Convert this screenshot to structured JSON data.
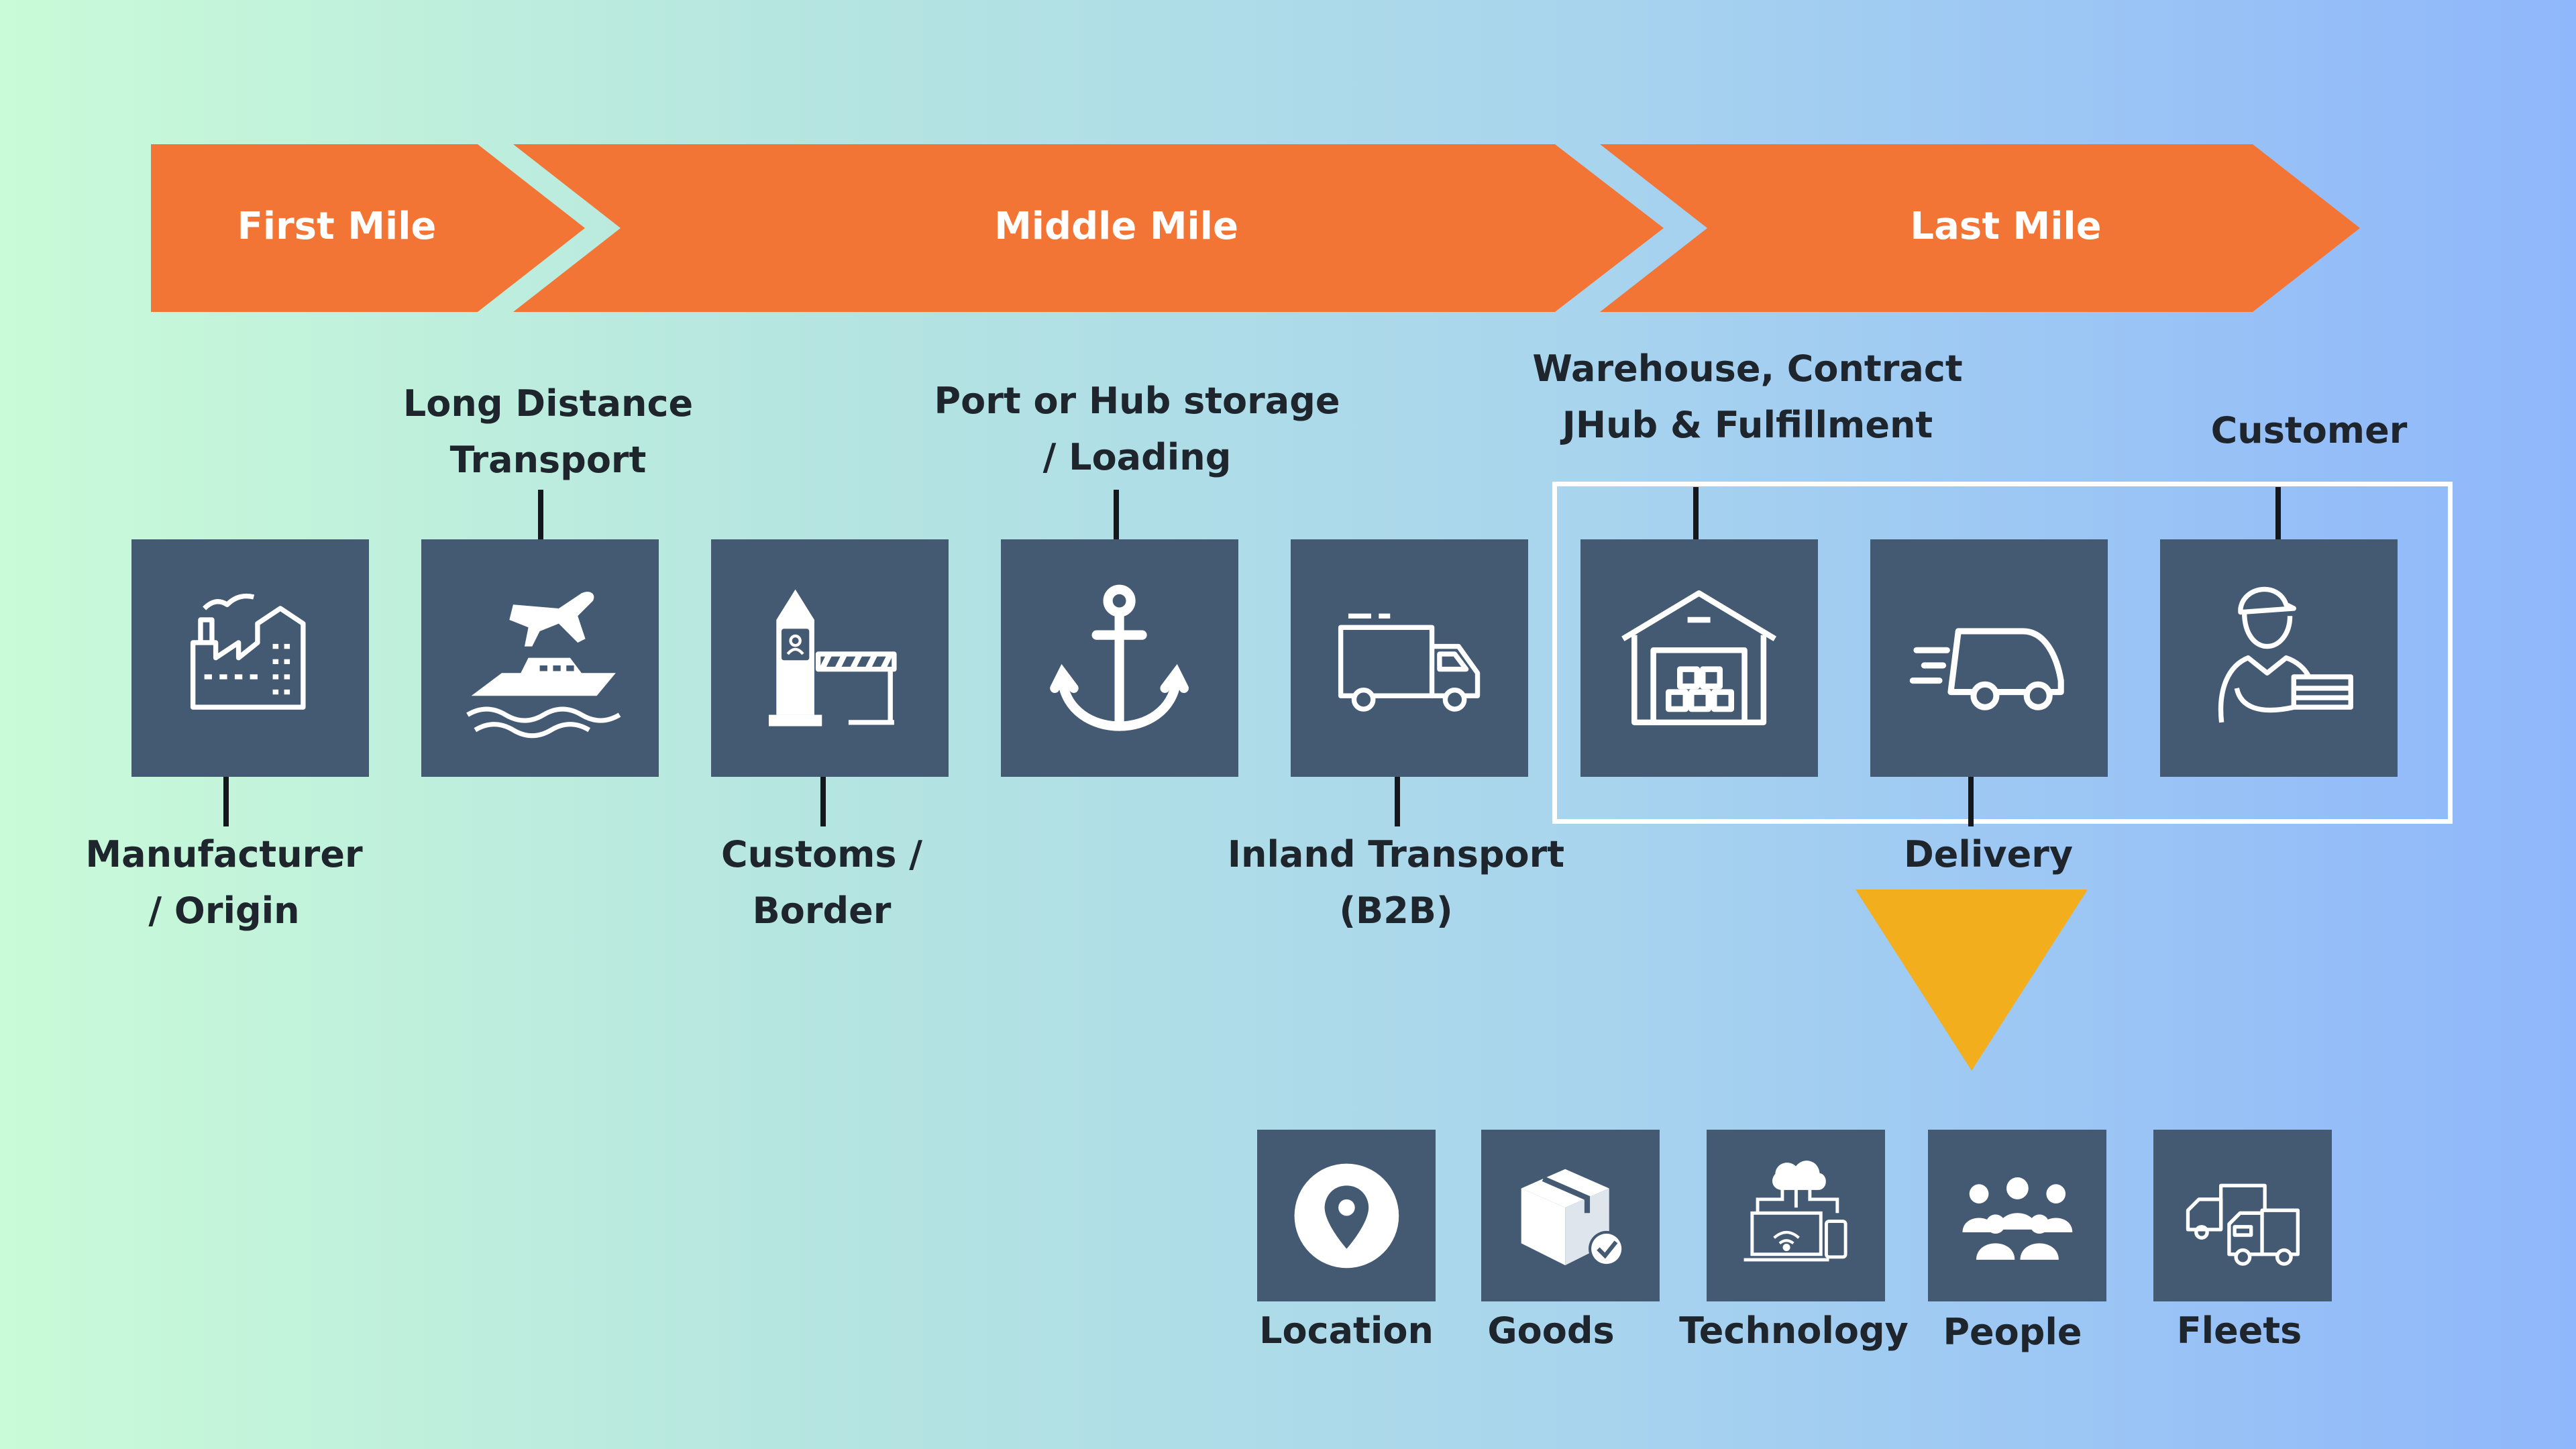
{
  "banner": {
    "stages": [
      {
        "label": "First Mile"
      },
      {
        "label": "Middle Mile"
      },
      {
        "label": "Last Mile"
      }
    ],
    "color": "#f37535"
  },
  "steps": [
    {
      "label_lines": [
        "Manufacturer",
        "/ Origin"
      ],
      "icon": "factory-icon"
    },
    {
      "label_lines": [
        "Long Distance",
        "Transport"
      ],
      "icon": "plane-ship-icon"
    },
    {
      "label_lines": [
        "Customs /",
        "Border"
      ],
      "icon": "border-gate-icon"
    },
    {
      "label_lines": [
        "Port or Hub storage",
        "/ Loading"
      ],
      "icon": "anchor-icon"
    },
    {
      "label_lines": [
        "Inland Transport",
        "(B2B)"
      ],
      "icon": "truck-icon"
    },
    {
      "label_lines": [
        "Warehouse, Contract",
        "JHub & Fulfillment"
      ],
      "icon": "warehouse-icon"
    },
    {
      "label_lines": [
        "Delivery"
      ],
      "icon": "fast-truck-icon"
    },
    {
      "label_lines": [
        "Customer"
      ],
      "icon": "courier-icon"
    }
  ],
  "factors": [
    {
      "label": "Location",
      "icon": "location-pin-icon"
    },
    {
      "label": "Goods",
      "icon": "package-check-icon"
    },
    {
      "label": "Technology",
      "icon": "cloud-devices-icon"
    },
    {
      "label": "People",
      "icon": "people-group-icon"
    },
    {
      "label": "Fleets",
      "icon": "fleet-vehicles-icon"
    }
  ],
  "colors": {
    "tile": "#445a73",
    "funnel": "#f2ae1c",
    "text": "#1e252c"
  }
}
